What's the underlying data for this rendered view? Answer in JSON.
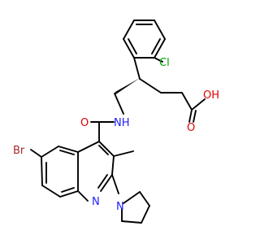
{
  "structure": {
    "atoms": {
      "cl": {
        "text": "Cl",
        "color": "#00a000"
      },
      "oh": {
        "text": "OH",
        "color": "#e00000"
      },
      "o_acid": {
        "text": "O",
        "color": "#e00000"
      },
      "o_amide": {
        "text": "O",
        "color": "#e00000"
      },
      "nh": {
        "text": "NH",
        "color": "#2020ff"
      },
      "br": {
        "text": "Br",
        "color": "#a52a2a"
      },
      "n_ring": {
        "text": "N",
        "color": "#2020ff"
      },
      "n_pyr": {
        "text": "N",
        "color": "#2020ff"
      }
    },
    "bond_color": "#000000"
  }
}
